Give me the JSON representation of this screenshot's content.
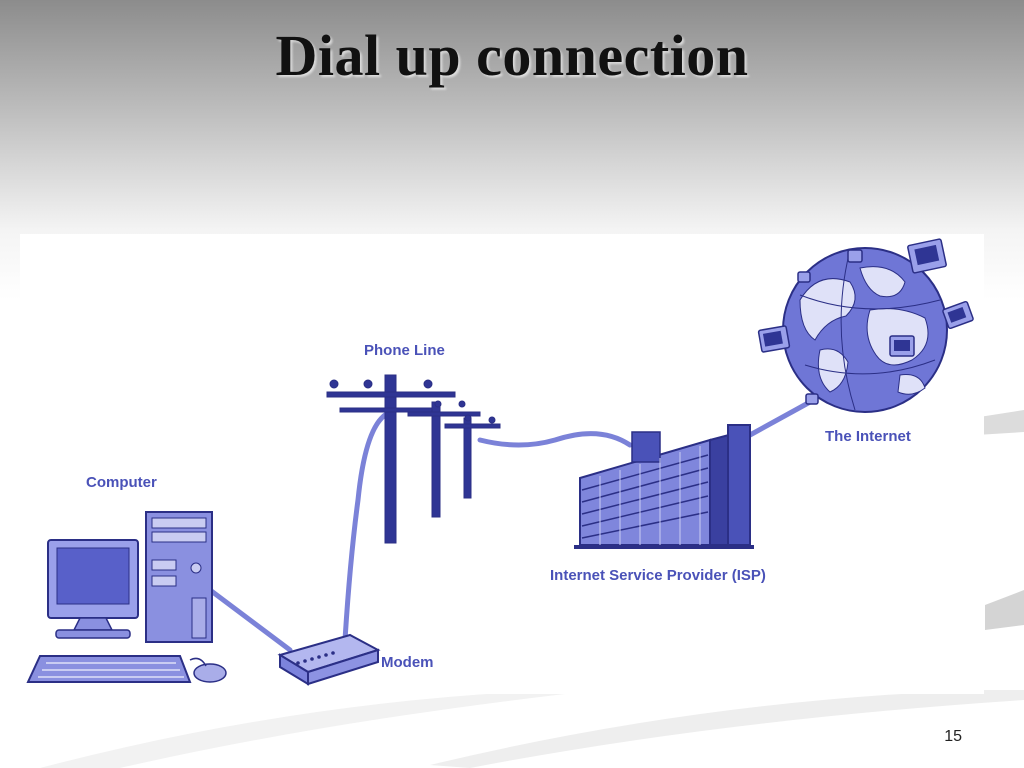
{
  "slide": {
    "title": "Dial up connection",
    "page_number": "15"
  },
  "diagram": {
    "labels": {
      "computer": "Computer",
      "modem": "Modem",
      "phone_line": "Phone Line",
      "isp": "Internet Service Provider (ISP)",
      "internet": "The Internet"
    },
    "colors": {
      "ink": "#2b2f86",
      "fill": "#6f76d6",
      "light": "#c9ccf2",
      "label": "#4a52b8"
    }
  }
}
